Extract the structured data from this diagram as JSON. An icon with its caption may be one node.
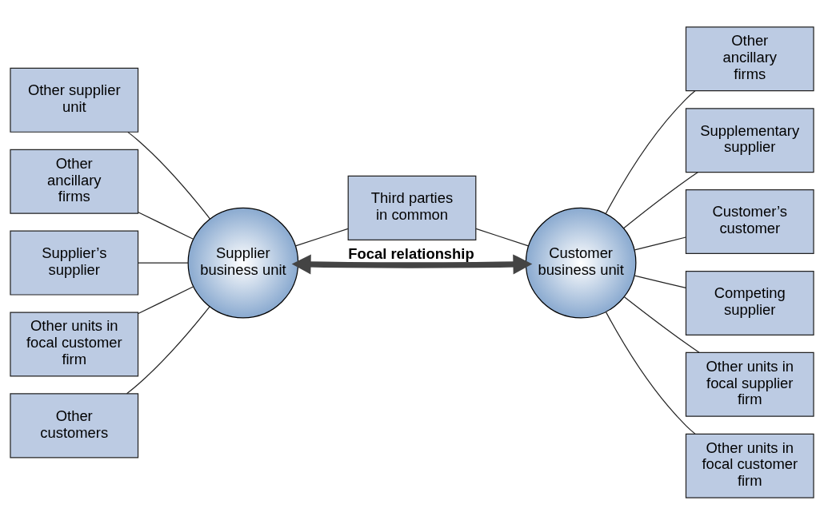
{
  "diagram": {
    "nodes": [
      {
        "text": [
          "Other supplier unit"
        ]
      },
      {
        "text": [
          "Other ancillary firms"
        ]
      },
      {
        "text": [
          "Supplier’s supplier"
        ]
      },
      {
        "text": [
          "Supplier business unit"
        ]
      },
      {
        "text": [
          "Third parties in common"
        ]
      },
      {
        "text": [
          "Other ancillary firms"
        ]
      },
      {
        "text": [
          "Supplementary supplier"
        ]
      },
      {
        "text": [
          "Other units in focal customer firm"
        ]
      },
      {
        "text": [
          "Other customers"
        ]
      },
      {
        "text": [
          "Customer business unit"
        ]
      },
      {
        "text": [
          "Customer’s customer"
        ]
      },
      {
        "text": [
          "Competing supplier"
        ]
      },
      {
        "text": [
          "Other units in focal supplier firm"
        ]
      },
      {
        "text": [
          "Other units in focal customer firm"
        ]
      }
    ],
    "edges": [
      {
        "from": 0,
        "to": 3,
        "arrow": "none"
      },
      {
        "from": 1,
        "to": 3,
        "arrow": "none"
      },
      {
        "from": 2,
        "to": 3,
        "arrow": "none"
      },
      {
        "from": 3,
        "to": 4,
        "arrow": "none"
      },
      {
        "from": 3,
        "to": 7,
        "arrow": "none"
      },
      {
        "from": 3,
        "to": 8,
        "arrow": "none"
      },
      {
        "from": 3,
        "to": 9,
        "arrow": "both",
        "label": "Focal relationship",
        "style": "thick",
        "color": "#444444"
      },
      {
        "from": 4,
        "to": 9,
        "arrow": "none"
      },
      {
        "from": 5,
        "to": 9,
        "arrow": "none"
      },
      {
        "from": 6,
        "to": 9,
        "arrow": "none"
      },
      {
        "from": 9,
        "to": 10,
        "arrow": "none"
      },
      {
        "from": 9,
        "to": 11,
        "arrow": "none"
      },
      {
        "from": 9,
        "to": 12,
        "arrow": "none"
      },
      {
        "from": 9,
        "to": 13,
        "arrow": "none"
      }
    ]
  }
}
